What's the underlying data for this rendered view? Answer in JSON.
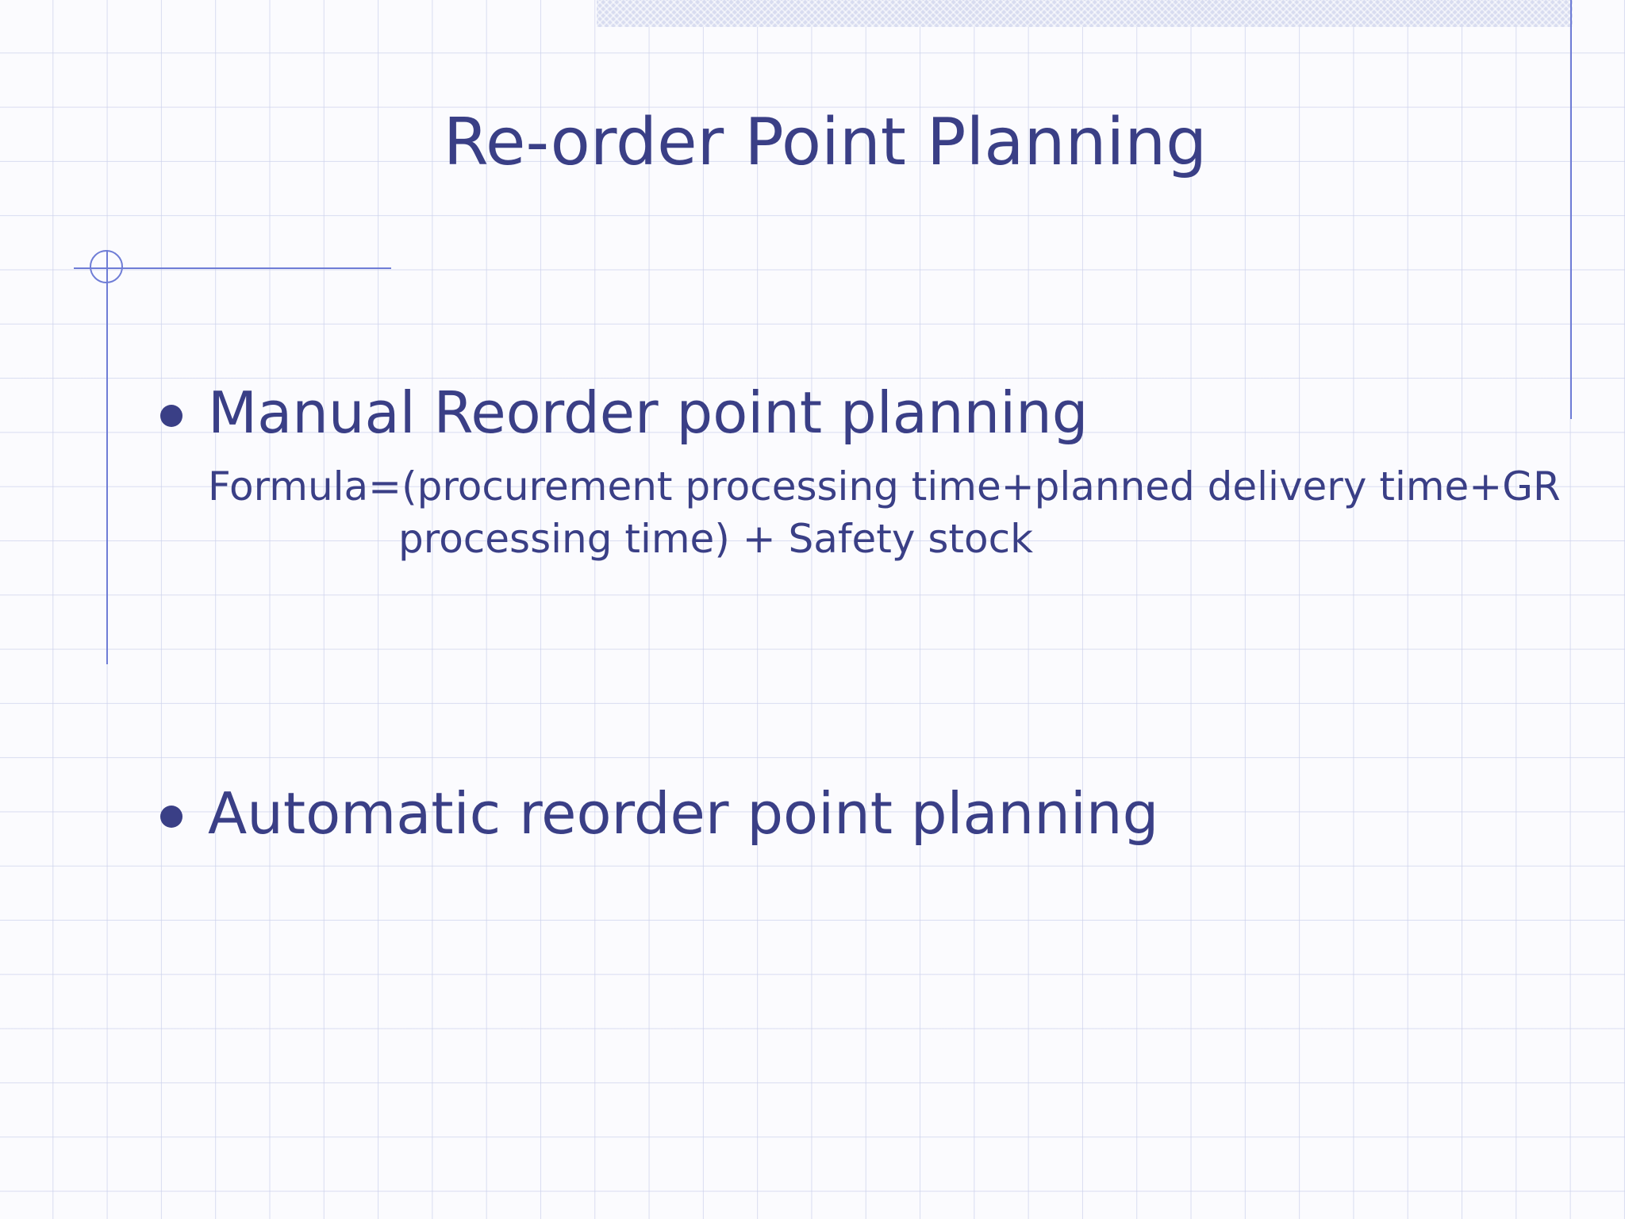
{
  "slide": {
    "title": "Re-order Point Planning",
    "bullets": [
      {
        "text": "Manual Reorder point planning",
        "sub": {
          "line1": "Formula=(procurement processing time+planned delivery time+GR",
          "line2": "processing time) + Safety stock"
        }
      },
      {
        "text": "Automatic reorder point planning"
      }
    ]
  },
  "colors": {
    "text": "#3a3f86",
    "accent_line": "#6f7dd6",
    "grid": "#cdd2ec",
    "background": "#fbfbfe"
  }
}
